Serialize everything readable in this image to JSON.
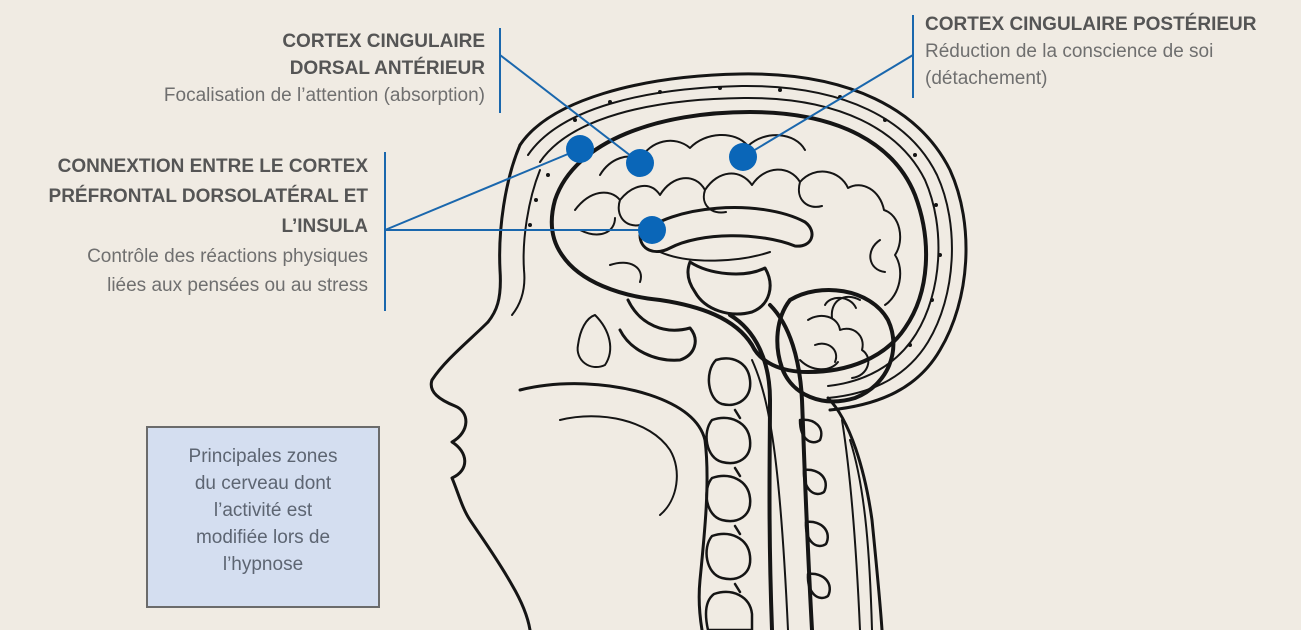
{
  "colors": {
    "background": "#f0ebe3",
    "marker": "#0a66b8",
    "leader_line": "#1a67ad",
    "caption_fill": "#d4def0",
    "caption_border": "#6b6b6b",
    "title_text": "#555555",
    "body_text": "#6f6f6f"
  },
  "labels": {
    "dacc": {
      "title_line1": "CORTEX CINGULAIRE",
      "title_line2": "DORSAL ANTÉRIEUR",
      "description": "Focalisation de l’attention (absorption)"
    },
    "dlpfc_insula": {
      "title_line1": "CONNEXTION ENTRE LE CORTEX",
      "title_line2": "PRÉFRONTAL DORSOLATÉRAL ET",
      "title_line3": "L’INSULA",
      "description_line1": "Contrôle des réactions physiques",
      "description_line2": "liées aux pensées ou au stress"
    },
    "pcc": {
      "title": "CORTEX CINGULAIRE POSTÉRIEUR",
      "description_line1": "Réduction de la conscience de soi",
      "description_line2": "(détachement)"
    }
  },
  "caption": {
    "line1": "Principales zones",
    "line2": "du cerveau dont",
    "line3": "l’activité est",
    "line4": "modifiée lors de",
    "line5": "l’hypnose"
  },
  "icons": {
    "illustration": "head-sagittal-brain-drawing",
    "marker": "filled-circle-marker"
  }
}
